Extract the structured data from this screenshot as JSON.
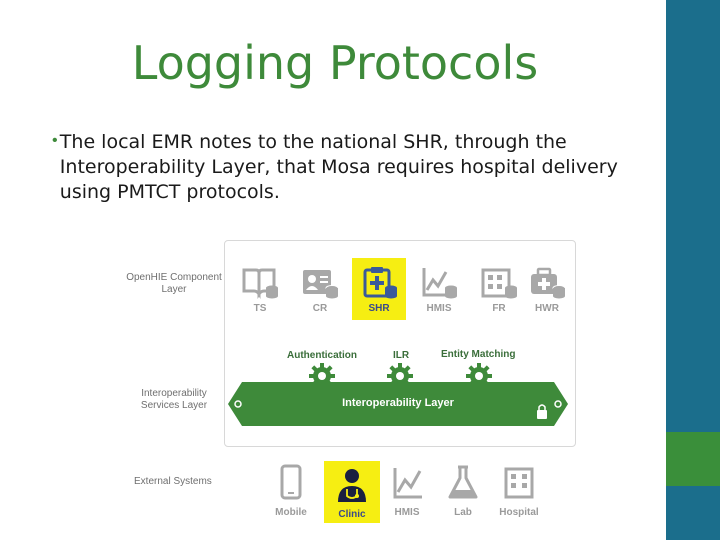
{
  "slide": {
    "title": "Logging Protocols",
    "bullet": "The local EMR notes to the national SHR, through the Interoperability Layer, that Mosa requires hospital delivery using PMTCT protocols."
  },
  "diagram": {
    "layers": {
      "component": "OpenHIE Component Layer",
      "services": "Interoperability Services Layer",
      "external": "External Systems"
    },
    "components": [
      {
        "label": "TS",
        "icon": "book-database-icon",
        "highlighted": false
      },
      {
        "label": "CR",
        "icon": "person-card-database-icon",
        "highlighted": false
      },
      {
        "label": "SHR",
        "icon": "clipboard-plus-database-icon",
        "highlighted": true
      },
      {
        "label": "HMIS",
        "icon": "line-chart-database-icon",
        "highlighted": false
      },
      {
        "label": "FR",
        "icon": "building-database-icon",
        "highlighted": false
      },
      {
        "label": "HWR",
        "icon": "medical-bag-database-icon",
        "highlighted": false
      }
    ],
    "services": [
      {
        "label": "Authentication",
        "icon": "gear-icon"
      },
      {
        "label": "ILR",
        "icon": "gear-icon"
      },
      {
        "label": "Entity Matching",
        "icon": "gear-icon"
      }
    ],
    "interop_layer": "Interoperability Layer",
    "external_systems": [
      {
        "label": "Mobile",
        "icon": "mobile-phone-icon",
        "highlighted": false
      },
      {
        "label": "Clinic",
        "icon": "doctor-icon",
        "highlighted": true
      },
      {
        "label": "HMIS",
        "icon": "line-chart-icon",
        "highlighted": false
      },
      {
        "label": "Lab",
        "icon": "flask-icon",
        "highlighted": false
      },
      {
        "label": "Hospital",
        "icon": "hospital-building-icon",
        "highlighted": false
      }
    ],
    "colors": {
      "highlight": "#f6ee12",
      "green": "#3e8a3a",
      "icon_gray": "#a8a8a8",
      "side_blue": "#1b6e8c",
      "side_green": "#3a8f3a"
    }
  }
}
